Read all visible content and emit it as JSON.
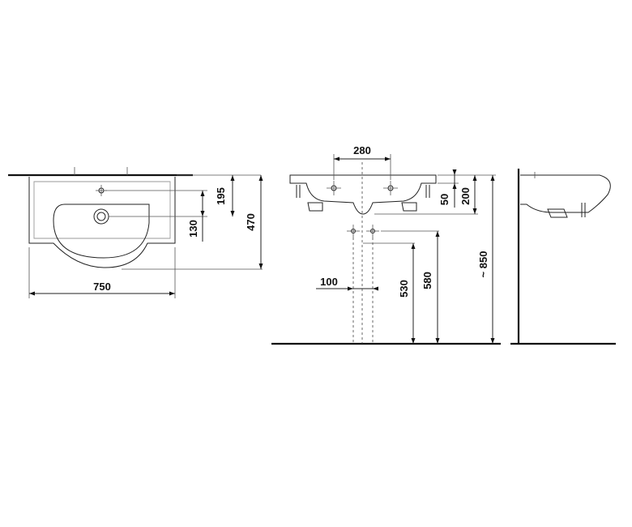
{
  "dimensions": {
    "top_width": "750",
    "top_tap_offset": "195",
    "top_drain_offset": "130",
    "top_depth": "470",
    "front_tap_spacing": "280",
    "front_supply_spacing": "100",
    "front_rim_thickness": "50",
    "front_bowl_height": "200",
    "front_supply_height_low": "530",
    "front_supply_height_high": "580",
    "front_rim_height": "~ 850"
  }
}
